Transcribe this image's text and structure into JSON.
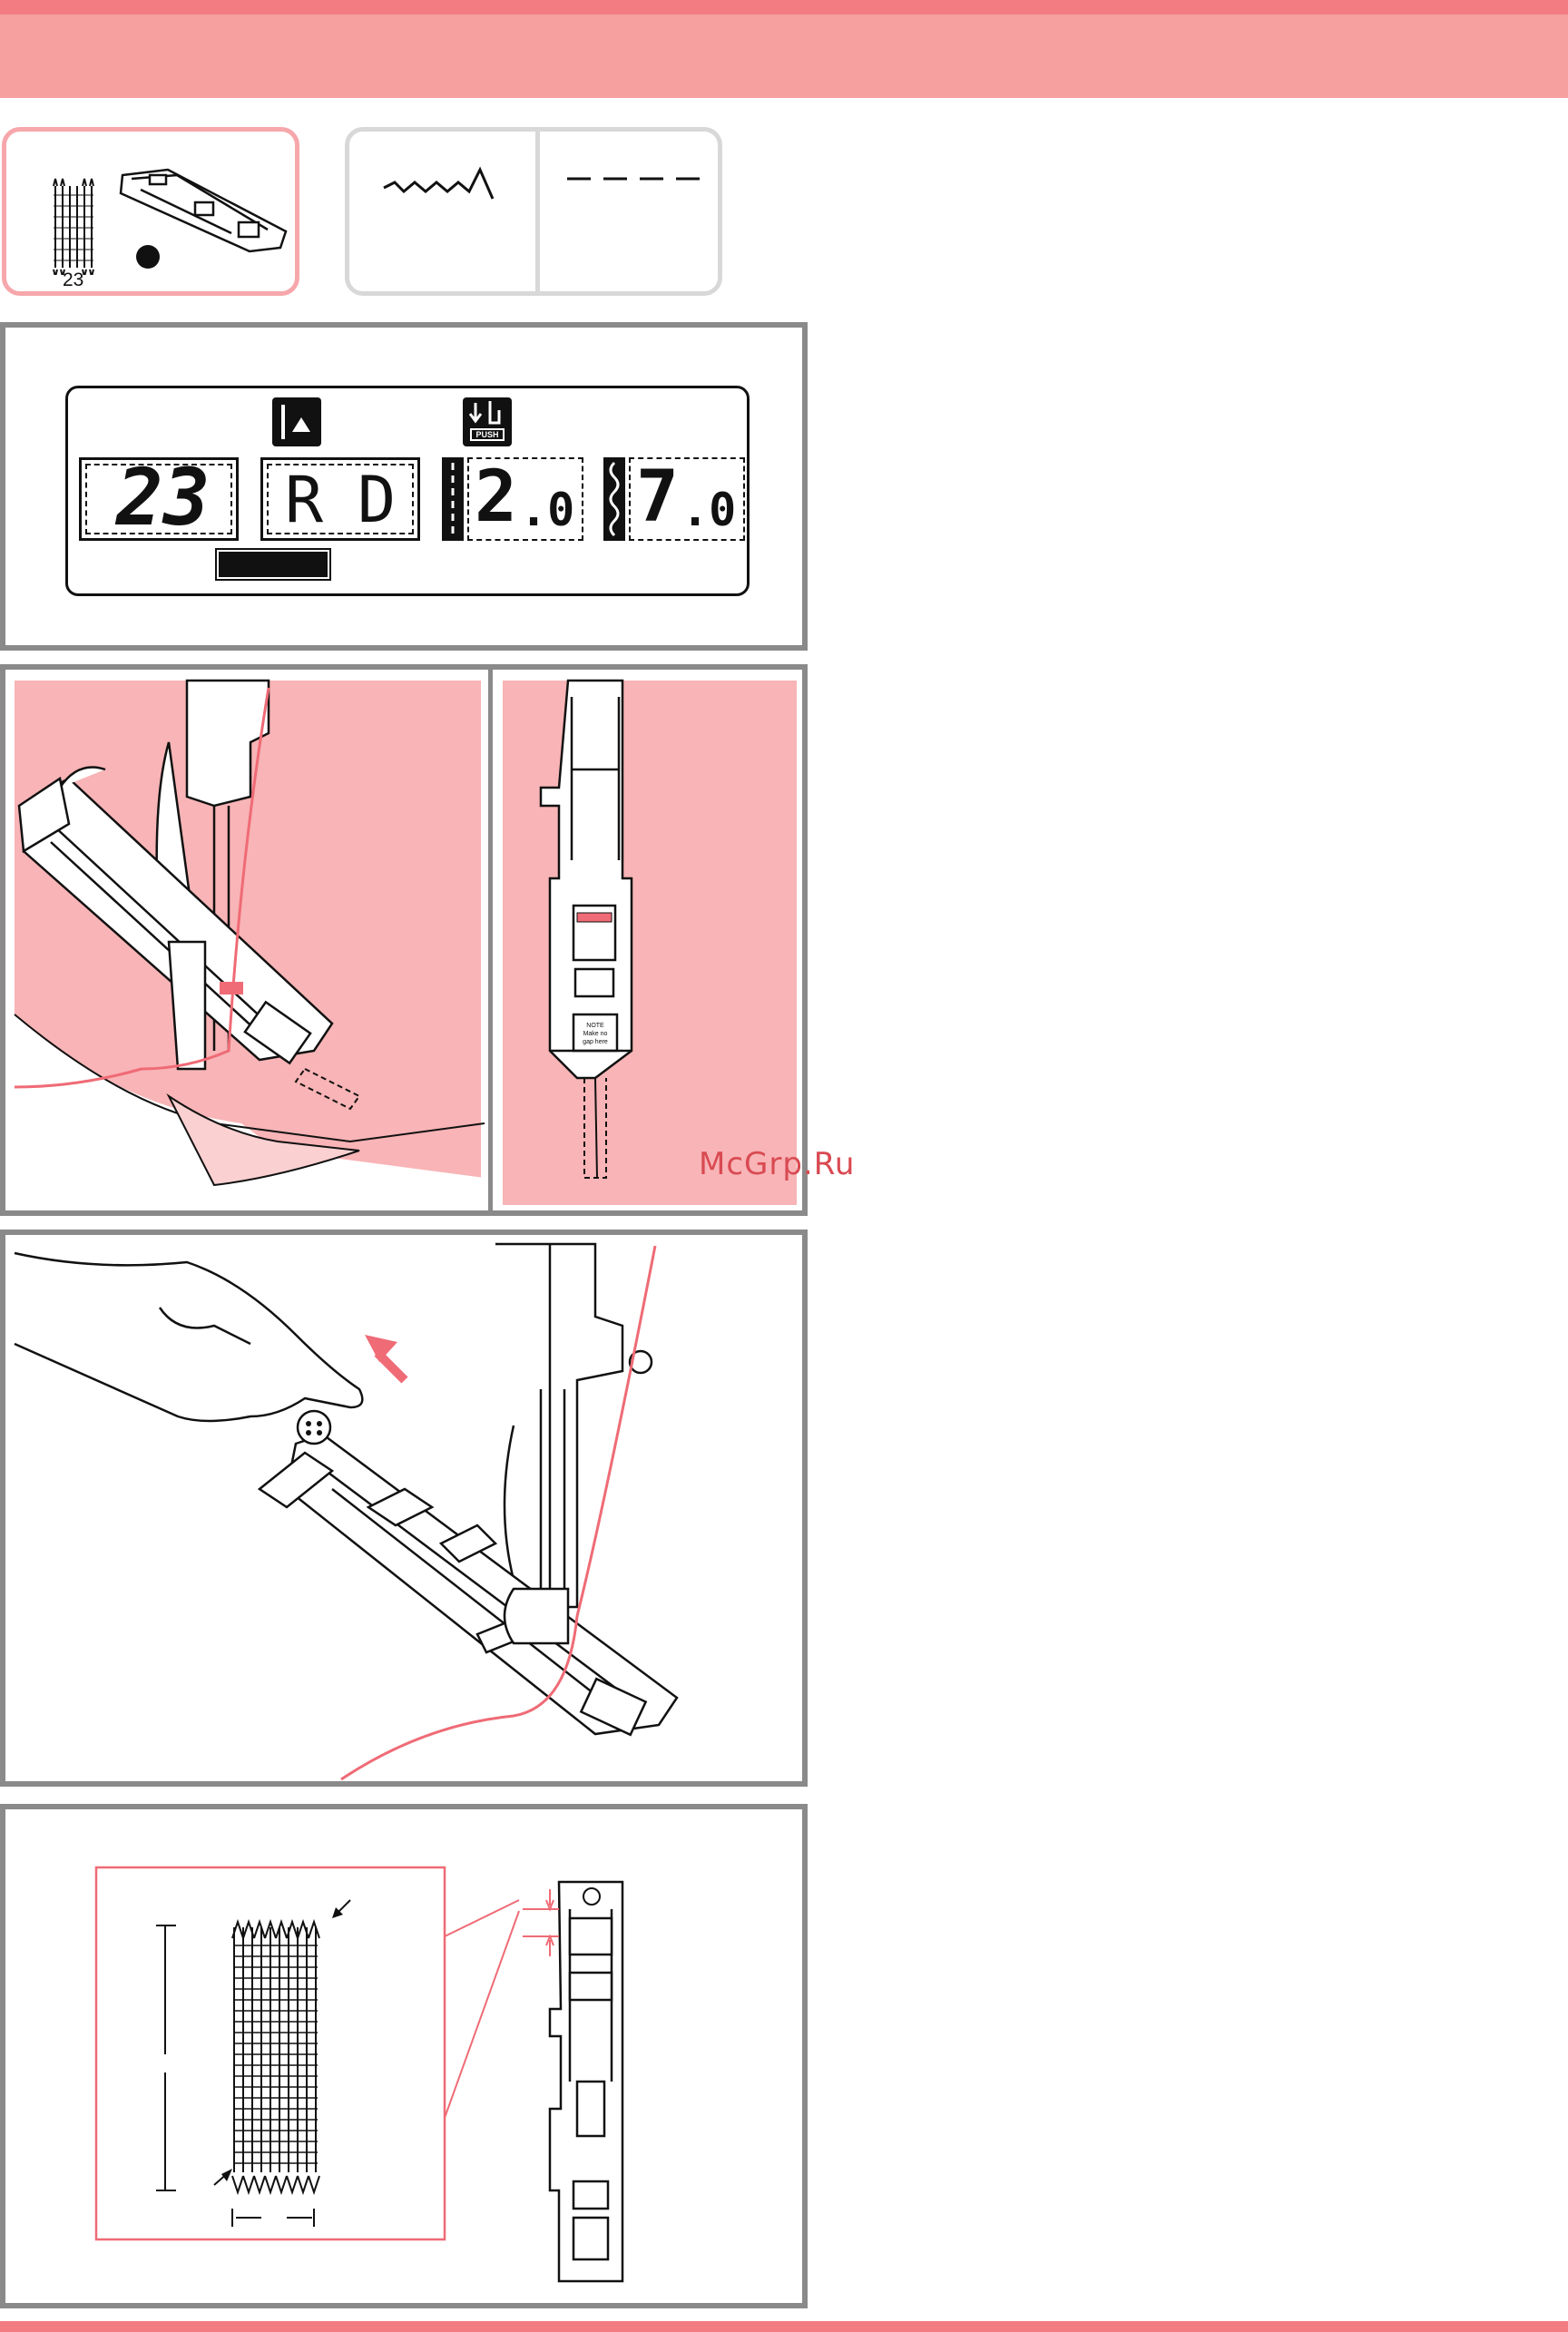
{
  "footbox": {
    "pattern_number": "23"
  },
  "lcd": {
    "pattern_no": "23",
    "foot_code": "R",
    "foot_code2": "D",
    "width_int": "2",
    "width_dec": ".0",
    "length_int": "7",
    "length_dec": ".0",
    "push_label": "PUSH"
  },
  "note_label": {
    "title": "NOTE",
    "line1": "Make no",
    "line2": "gap here"
  },
  "watermark": "McGrp.Ru",
  "colors": {
    "pink_fill": "#f8b4b6",
    "pink_line": "#ef6b76",
    "frame_gray": "#8a8a8a",
    "header_pink": "#f6a0a0",
    "header_stripe": "#f37b82"
  }
}
